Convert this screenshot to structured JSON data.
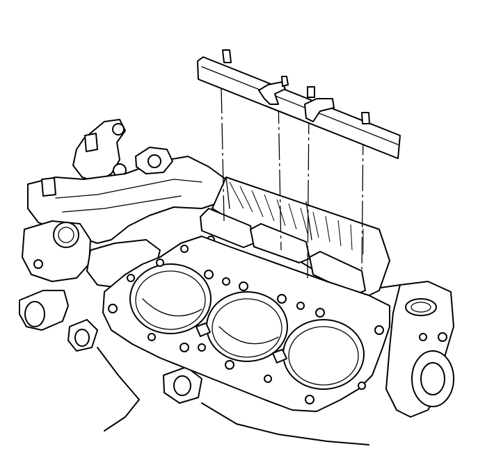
{
  "diagram": {
    "parts": [
      "engine-block",
      "head-gasket",
      "lower-intake-manifold-gasket",
      "coolant-outlet"
    ],
    "colors": {
      "ink": "#000000",
      "paper": "#ffffff"
    }
  }
}
